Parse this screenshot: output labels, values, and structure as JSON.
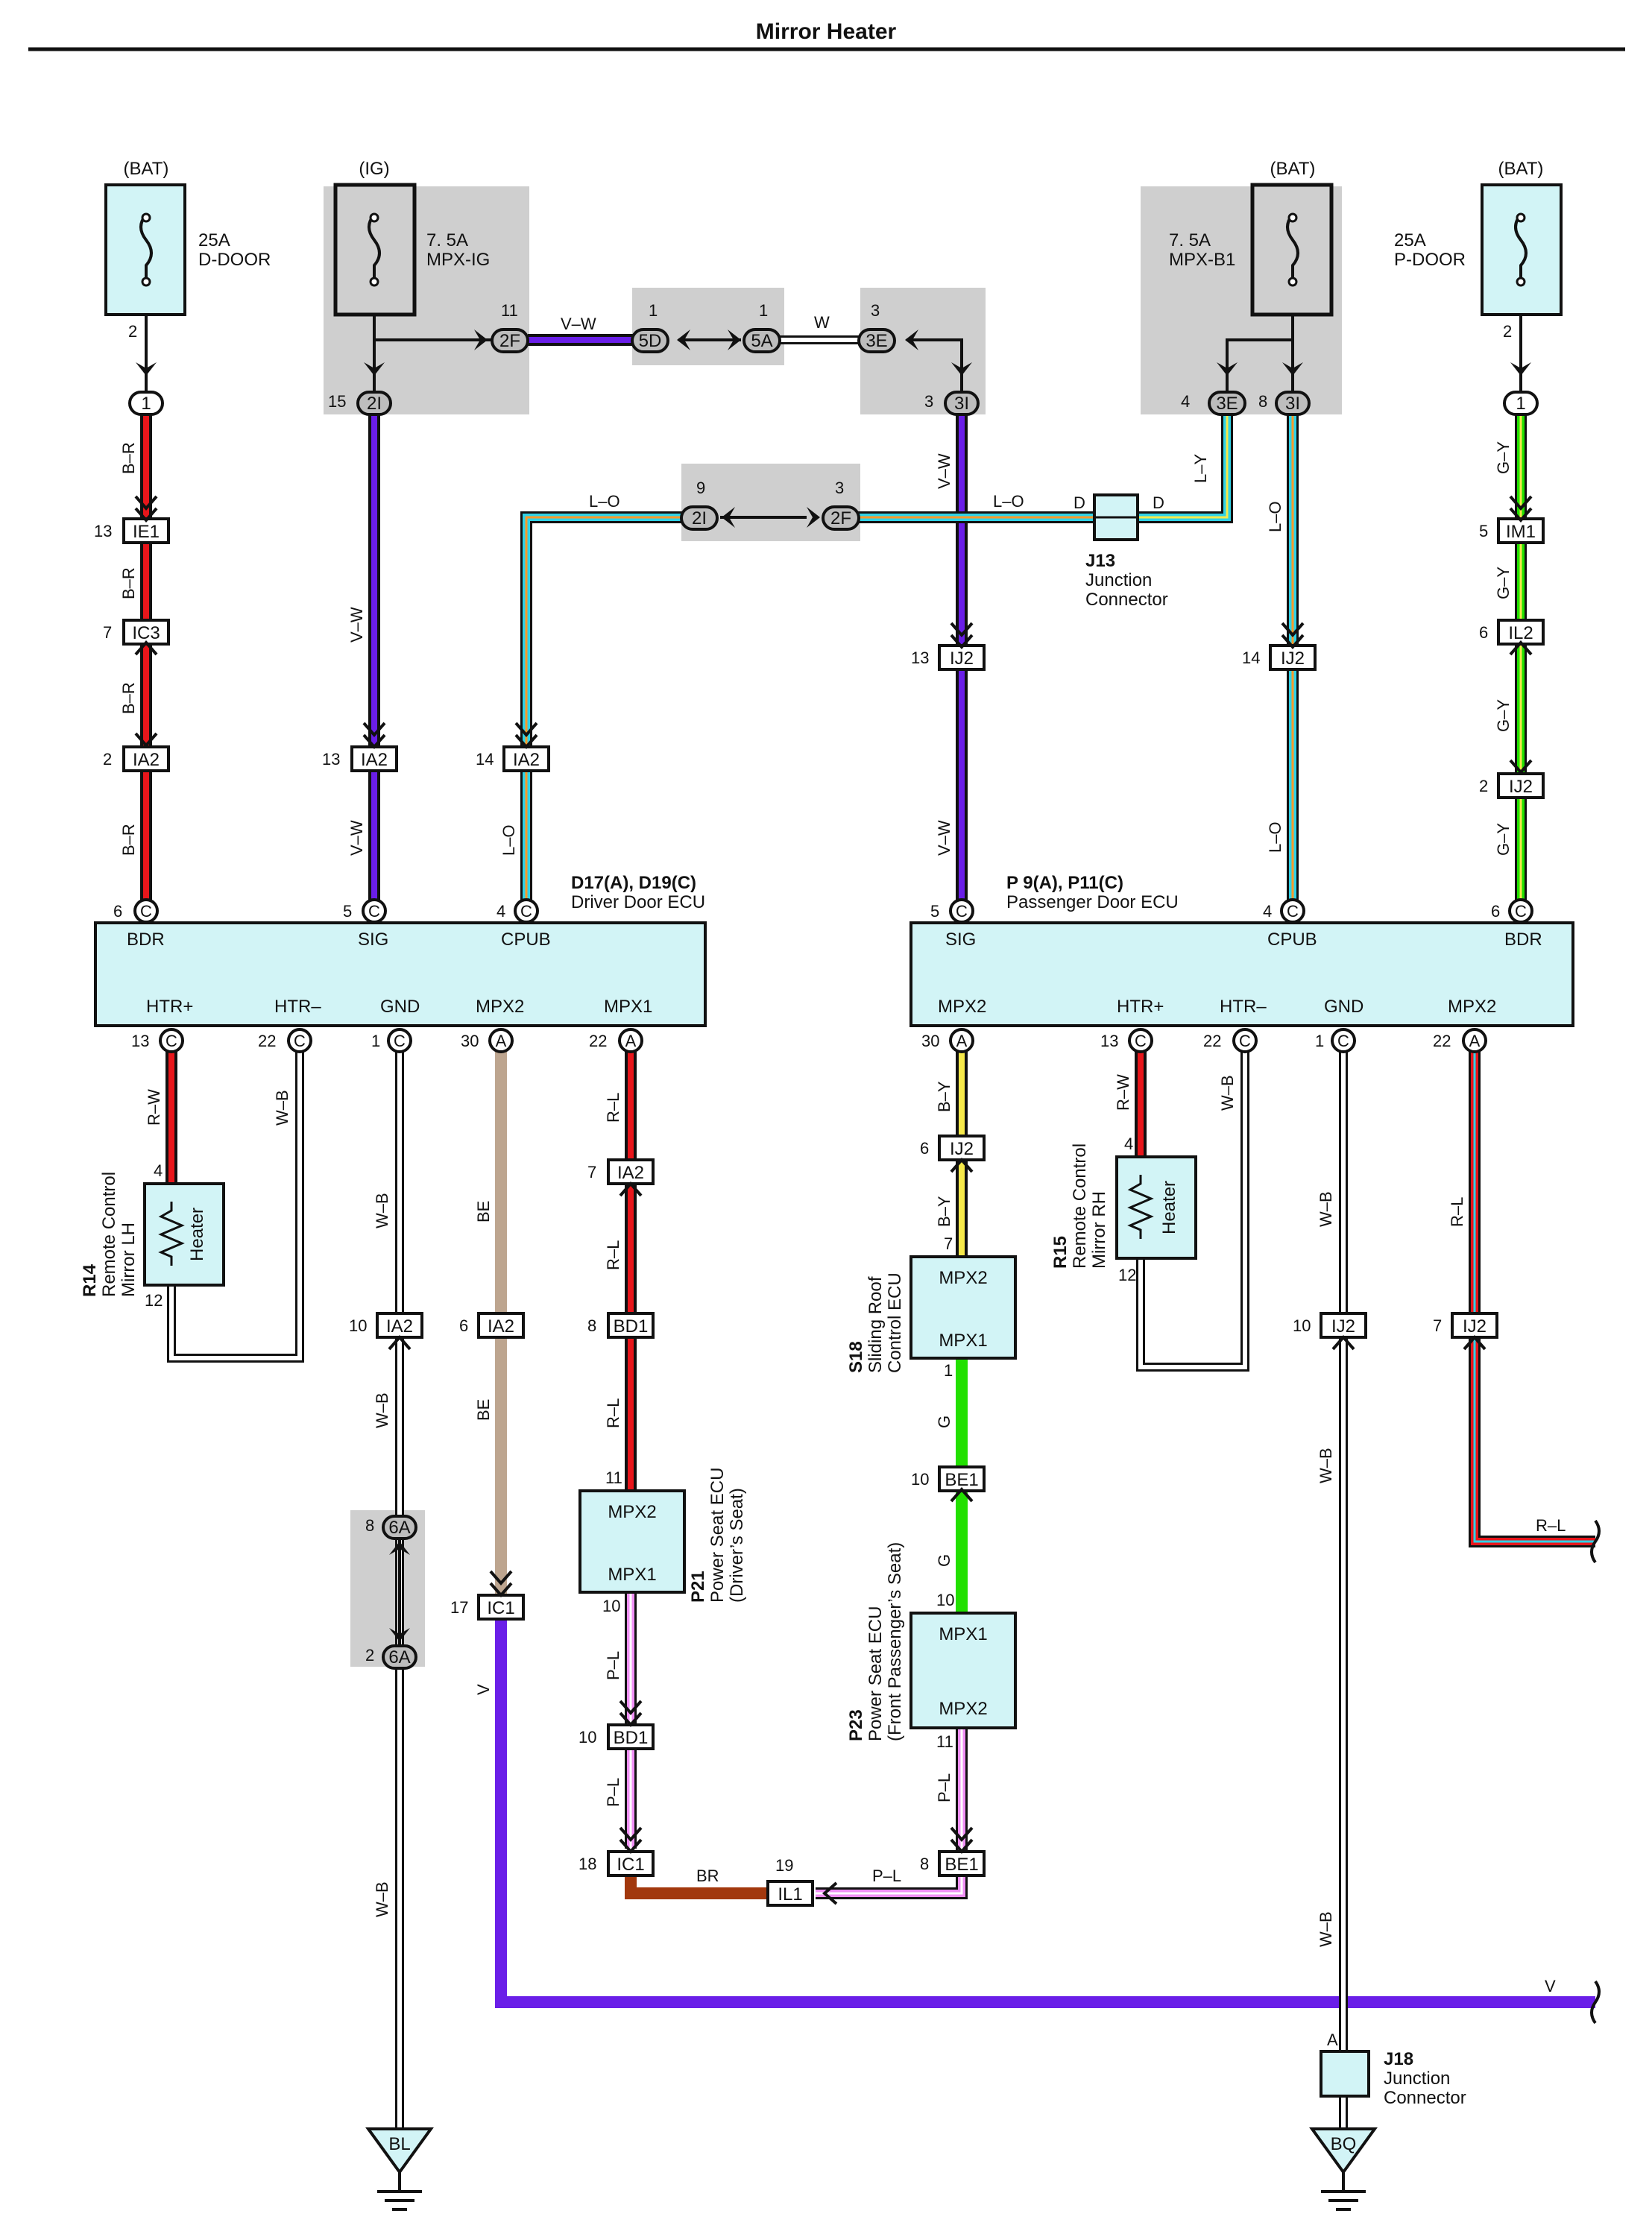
{
  "title": "Mirror Heater",
  "fuses": [
    {
      "id": "bat-left",
      "source": "(BAT)",
      "rating": "25A",
      "name": "D-DOOR",
      "pin": "2",
      "conn": "1"
    },
    {
      "id": "ig",
      "source": "(IG)",
      "rating": "7. 5A",
      "name": "MPX-IG",
      "pin_a": "11",
      "conn_a": "2F",
      "pin_b": "15",
      "conn_b": "2I"
    },
    {
      "id": "bat-mid",
      "source": "(BAT)",
      "rating": "7. 5A",
      "name": "MPX-B1",
      "pin_a": "4",
      "conn_a": "3E",
      "pin_b": "8",
      "conn_b": "3I"
    },
    {
      "id": "bat-right",
      "source": "(BAT)",
      "rating": "25A",
      "name": "P-DOOR",
      "pin": "2",
      "conn": "1"
    }
  ],
  "ecus": {
    "driver": {
      "code": "D17(A), D19(C)",
      "name": "Driver Door ECU",
      "top_terms": [
        "BDR",
        "SIG",
        "CPUB"
      ],
      "top_pins": [
        {
          "n": "6",
          "c": "C"
        },
        {
          "n": "5",
          "c": "C"
        },
        {
          "n": "4",
          "c": "C"
        }
      ],
      "bottom_terms": [
        "HTR+",
        "HTR–",
        "GND",
        "MPX2",
        "MPX1"
      ],
      "bottom_pins": [
        {
          "n": "13",
          "c": "C"
        },
        {
          "n": "22",
          "c": "C"
        },
        {
          "n": "1",
          "c": "C"
        },
        {
          "n": "30",
          "c": "A"
        },
        {
          "n": "22",
          "c": "A"
        }
      ]
    },
    "passenger": {
      "code": "P 9(A), P11(C)",
      "name": "Passenger Door ECU",
      "top_terms": [
        "SIG",
        "CPUB",
        "BDR"
      ],
      "top_pins": [
        {
          "n": "5",
          "c": "C"
        },
        {
          "n": "4",
          "c": "C"
        },
        {
          "n": "6",
          "c": "C"
        }
      ],
      "bottom_terms": [
        "MPX2",
        "HTR+",
        "HTR–",
        "GND",
        "MPX2"
      ],
      "bottom_pins": [
        {
          "n": "30",
          "c": "A"
        },
        {
          "n": "13",
          "c": "C"
        },
        {
          "n": "22",
          "c": "C"
        },
        {
          "n": "1",
          "c": "C"
        },
        {
          "n": "22",
          "c": "A"
        }
      ]
    }
  },
  "components": {
    "r14": {
      "code": "R14",
      "name1": "Remote Control",
      "name2": "Mirror LH",
      "inner": "Heater",
      "pin_top": "4",
      "pin_bot": "12"
    },
    "r15": {
      "code": "R15",
      "name1": "Remote Control",
      "name2": "Mirror RH",
      "inner": "Heater",
      "pin_top": "4",
      "pin_bot": "12"
    },
    "p21": {
      "code": "P21",
      "name1": "Power Seat ECU",
      "name2": "(Driver’s Seat)",
      "t1": "MPX2",
      "t2": "MPX1",
      "pin_top": "11",
      "pin_bot": "10"
    },
    "s18": {
      "code": "S18",
      "name1": "Sliding Roof",
      "name2": "Control ECU",
      "t1": "MPX2",
      "t2": "MPX1",
      "pin_top": "7",
      "pin_bot": "1"
    },
    "p23": {
      "code": "P23",
      "name1": "Power Seat ECU",
      "name2": "(Front Passenger’s Seat)",
      "t1": "MPX1",
      "t2": "MPX2",
      "pin_top": "10",
      "pin_bot": "11"
    },
    "j13": {
      "code": "J13",
      "name1": "Junction",
      "name2": "Connector",
      "pin_l": "D",
      "pin_r": "D"
    },
    "j18": {
      "code": "J18",
      "name1": "Junction",
      "name2": "Connector",
      "pin": "A"
    }
  },
  "connectors": [
    {
      "id": "ie1",
      "name": "IE1",
      "pin": "13"
    },
    {
      "id": "ic3",
      "name": "IC3",
      "pin": "7"
    },
    {
      "id": "ia2-a",
      "name": "IA2",
      "pin": "2"
    },
    {
      "id": "ia2-b",
      "name": "IA2",
      "pin": "13"
    },
    {
      "id": "ia2-c",
      "name": "IA2",
      "pin": "14"
    },
    {
      "id": "ij2-a",
      "name": "IJ2",
      "pin": "13"
    },
    {
      "id": "ij2-b",
      "name": "IJ2",
      "pin": "14"
    },
    {
      "id": "im1",
      "name": "IM1",
      "pin": "5"
    },
    {
      "id": "il2",
      "name": "IL2",
      "pin": "6"
    },
    {
      "id": "ij2-c",
      "name": "IJ2",
      "pin": "2"
    },
    {
      "id": "ia2-d",
      "name": "IA2",
      "pin": "7"
    },
    {
      "id": "ia2-e",
      "name": "IA2",
      "pin": "10"
    },
    {
      "id": "ia2-f",
      "name": "IA2",
      "pin": "6"
    },
    {
      "id": "bd1-a",
      "name": "BD1",
      "pin": "8"
    },
    {
      "id": "ic1-a",
      "name": "IC1",
      "pin": "17"
    },
    {
      "id": "bd1-b",
      "name": "BD1",
      "pin": "10"
    },
    {
      "id": "ic1-b",
      "name": "IC1",
      "pin": "18"
    },
    {
      "id": "il1",
      "name": "IL1",
      "pin": "19"
    },
    {
      "id": "be1-a",
      "name": "BE1",
      "pin": "8"
    },
    {
      "id": "be1-b",
      "name": "BE1",
      "pin": "10"
    },
    {
      "id": "ij2-d",
      "name": "IJ2",
      "pin": "6"
    },
    {
      "id": "ij2-e",
      "name": "IJ2",
      "pin": "10"
    },
    {
      "id": "ij2-f",
      "name": "IJ2",
      "pin": "7"
    }
  ],
  "ovals": [
    {
      "id": "5d",
      "name": "5D",
      "pin": "1"
    },
    {
      "id": "5a",
      "name": "5A",
      "pin": "1"
    },
    {
      "id": "3e-top",
      "name": "3E",
      "pin": "3"
    },
    {
      "id": "3i-top",
      "name": "3I",
      "pin": "3"
    },
    {
      "id": "2i-mid",
      "name": "2I",
      "pin": "9"
    },
    {
      "id": "2f-mid",
      "name": "2F",
      "pin": "3"
    },
    {
      "id": "6a-top",
      "name": "6A",
      "pin": "8"
    },
    {
      "id": "6a-bot",
      "name": "6A",
      "pin": "2"
    }
  ],
  "wires": {
    "br": "B–R",
    "vw": "V–W",
    "w": "W",
    "lo": "L–O",
    "ly": "L–Y",
    "gy": "G–Y",
    "rw": "R–W",
    "wb": "W–B",
    "be": "BE",
    "rl": "R–L",
    "by": "B–Y",
    "g": "G",
    "pl": "P–L",
    "brown": "BR",
    "v": "V"
  },
  "grounds": {
    "left": "BL",
    "right": "BQ"
  },
  "colors": {
    "red": "#e8161b",
    "black": "#111111",
    "white": "#ffffff",
    "violet": "#6a1ee8",
    "light_blue": "#2fd2e6",
    "orange": "#ff9a2a",
    "yellow": "#f6e94a",
    "green": "#22e000",
    "beige": "#bda58f",
    "pink": "#f08ff5",
    "brown": "#a2380d",
    "ecu_fill": "#d2f4f6",
    "shade": "#cfcfcf"
  }
}
